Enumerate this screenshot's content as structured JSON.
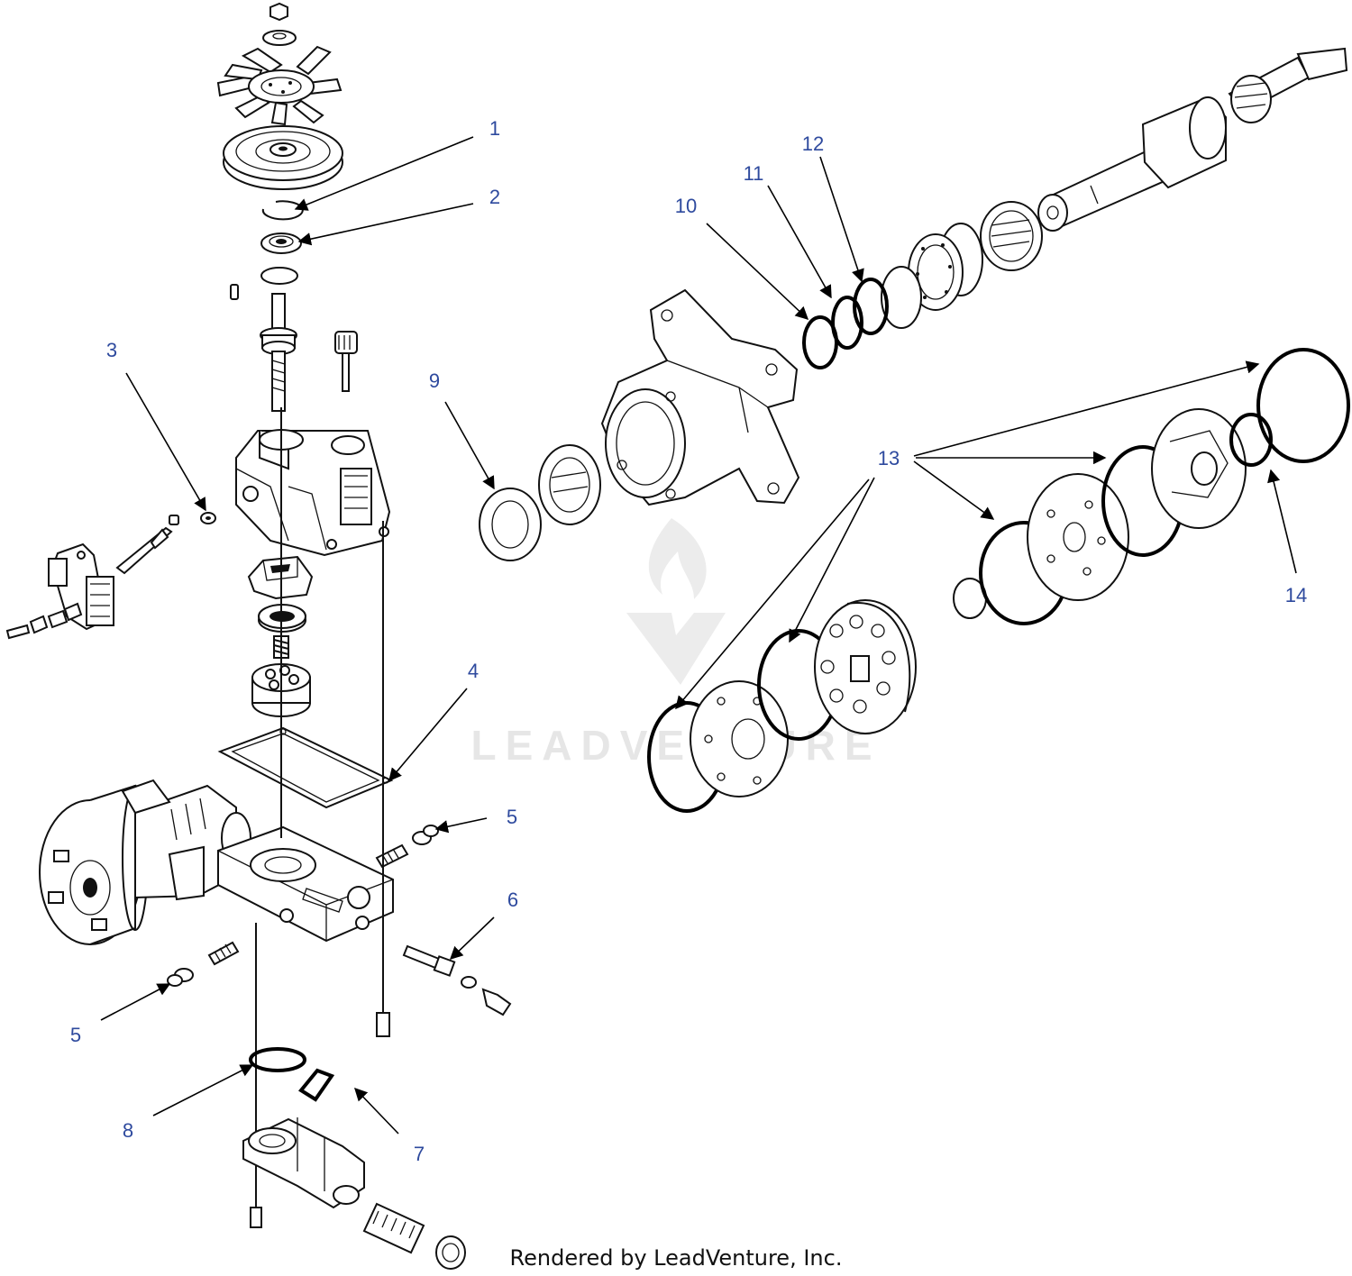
{
  "watermark": {
    "text": "LEADVENTURE",
    "icon": "flame-logo-icon"
  },
  "footer": {
    "credit": "Rendered by LeadVenture, Inc."
  },
  "callouts": [
    {
      "id": "c1",
      "label": "1"
    },
    {
      "id": "c2",
      "label": "2"
    },
    {
      "id": "c3",
      "label": "3"
    },
    {
      "id": "c4",
      "label": "4"
    },
    {
      "id": "c5a",
      "label": "5"
    },
    {
      "id": "c5b",
      "label": "5"
    },
    {
      "id": "c6",
      "label": "6"
    },
    {
      "id": "c7",
      "label": "7"
    },
    {
      "id": "c8",
      "label": "8"
    },
    {
      "id": "c9",
      "label": "9"
    },
    {
      "id": "c10",
      "label": "10"
    },
    {
      "id": "c11",
      "label": "11"
    },
    {
      "id": "c12",
      "label": "12"
    },
    {
      "id": "c13",
      "label": "13"
    },
    {
      "id": "c14",
      "label": "14"
    }
  ],
  "colors": {
    "callout": "#2e4a9e",
    "line": "#111111",
    "watermark": "#e6e6e6"
  }
}
